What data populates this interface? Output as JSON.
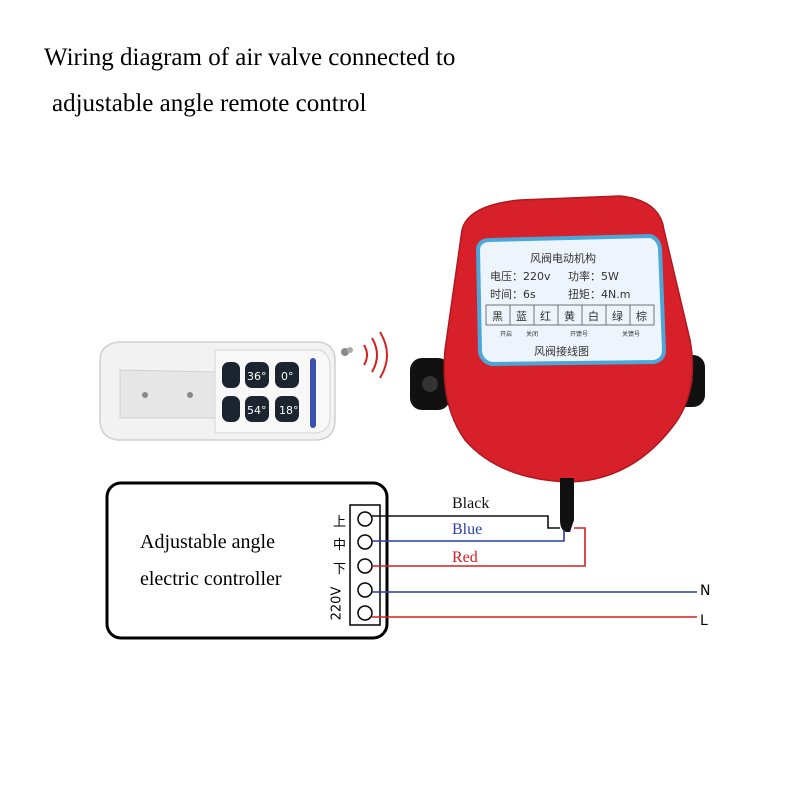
{
  "title": {
    "line1": "Wiring diagram of air valve connected to",
    "line2": "adjustable angle remote control"
  },
  "controller": {
    "label_line1": "Adjustable angle",
    "label_line2": "electric controller",
    "terminals": [
      "上",
      "中",
      "下",
      "220V"
    ]
  },
  "wires": {
    "black": "Black",
    "blue": "Blue",
    "red": "Red",
    "n": "N",
    "l": "L"
  },
  "actuator": {
    "plate_title": "风阀电动机构",
    "voltage": "电压：220v",
    "power": "功率：5W",
    "time": "时间：6s",
    "torque": "扭矩：4N.m",
    "colors": [
      "黑",
      "蓝",
      "红",
      "黄",
      "白",
      "绿",
      "棕"
    ],
    "sub_labels": [
      "开启",
      "关闭",
      "开馈号",
      "关馈号"
    ],
    "footer": "风阀接线图"
  },
  "remote": {
    "keys": [
      "36°",
      "0°",
      "54°",
      "18°"
    ]
  },
  "colors": {
    "black_wire": "#111111",
    "blue_wire": "#2a3ca8",
    "red_wire": "#d42020",
    "actuator_red": "#d8202a"
  }
}
